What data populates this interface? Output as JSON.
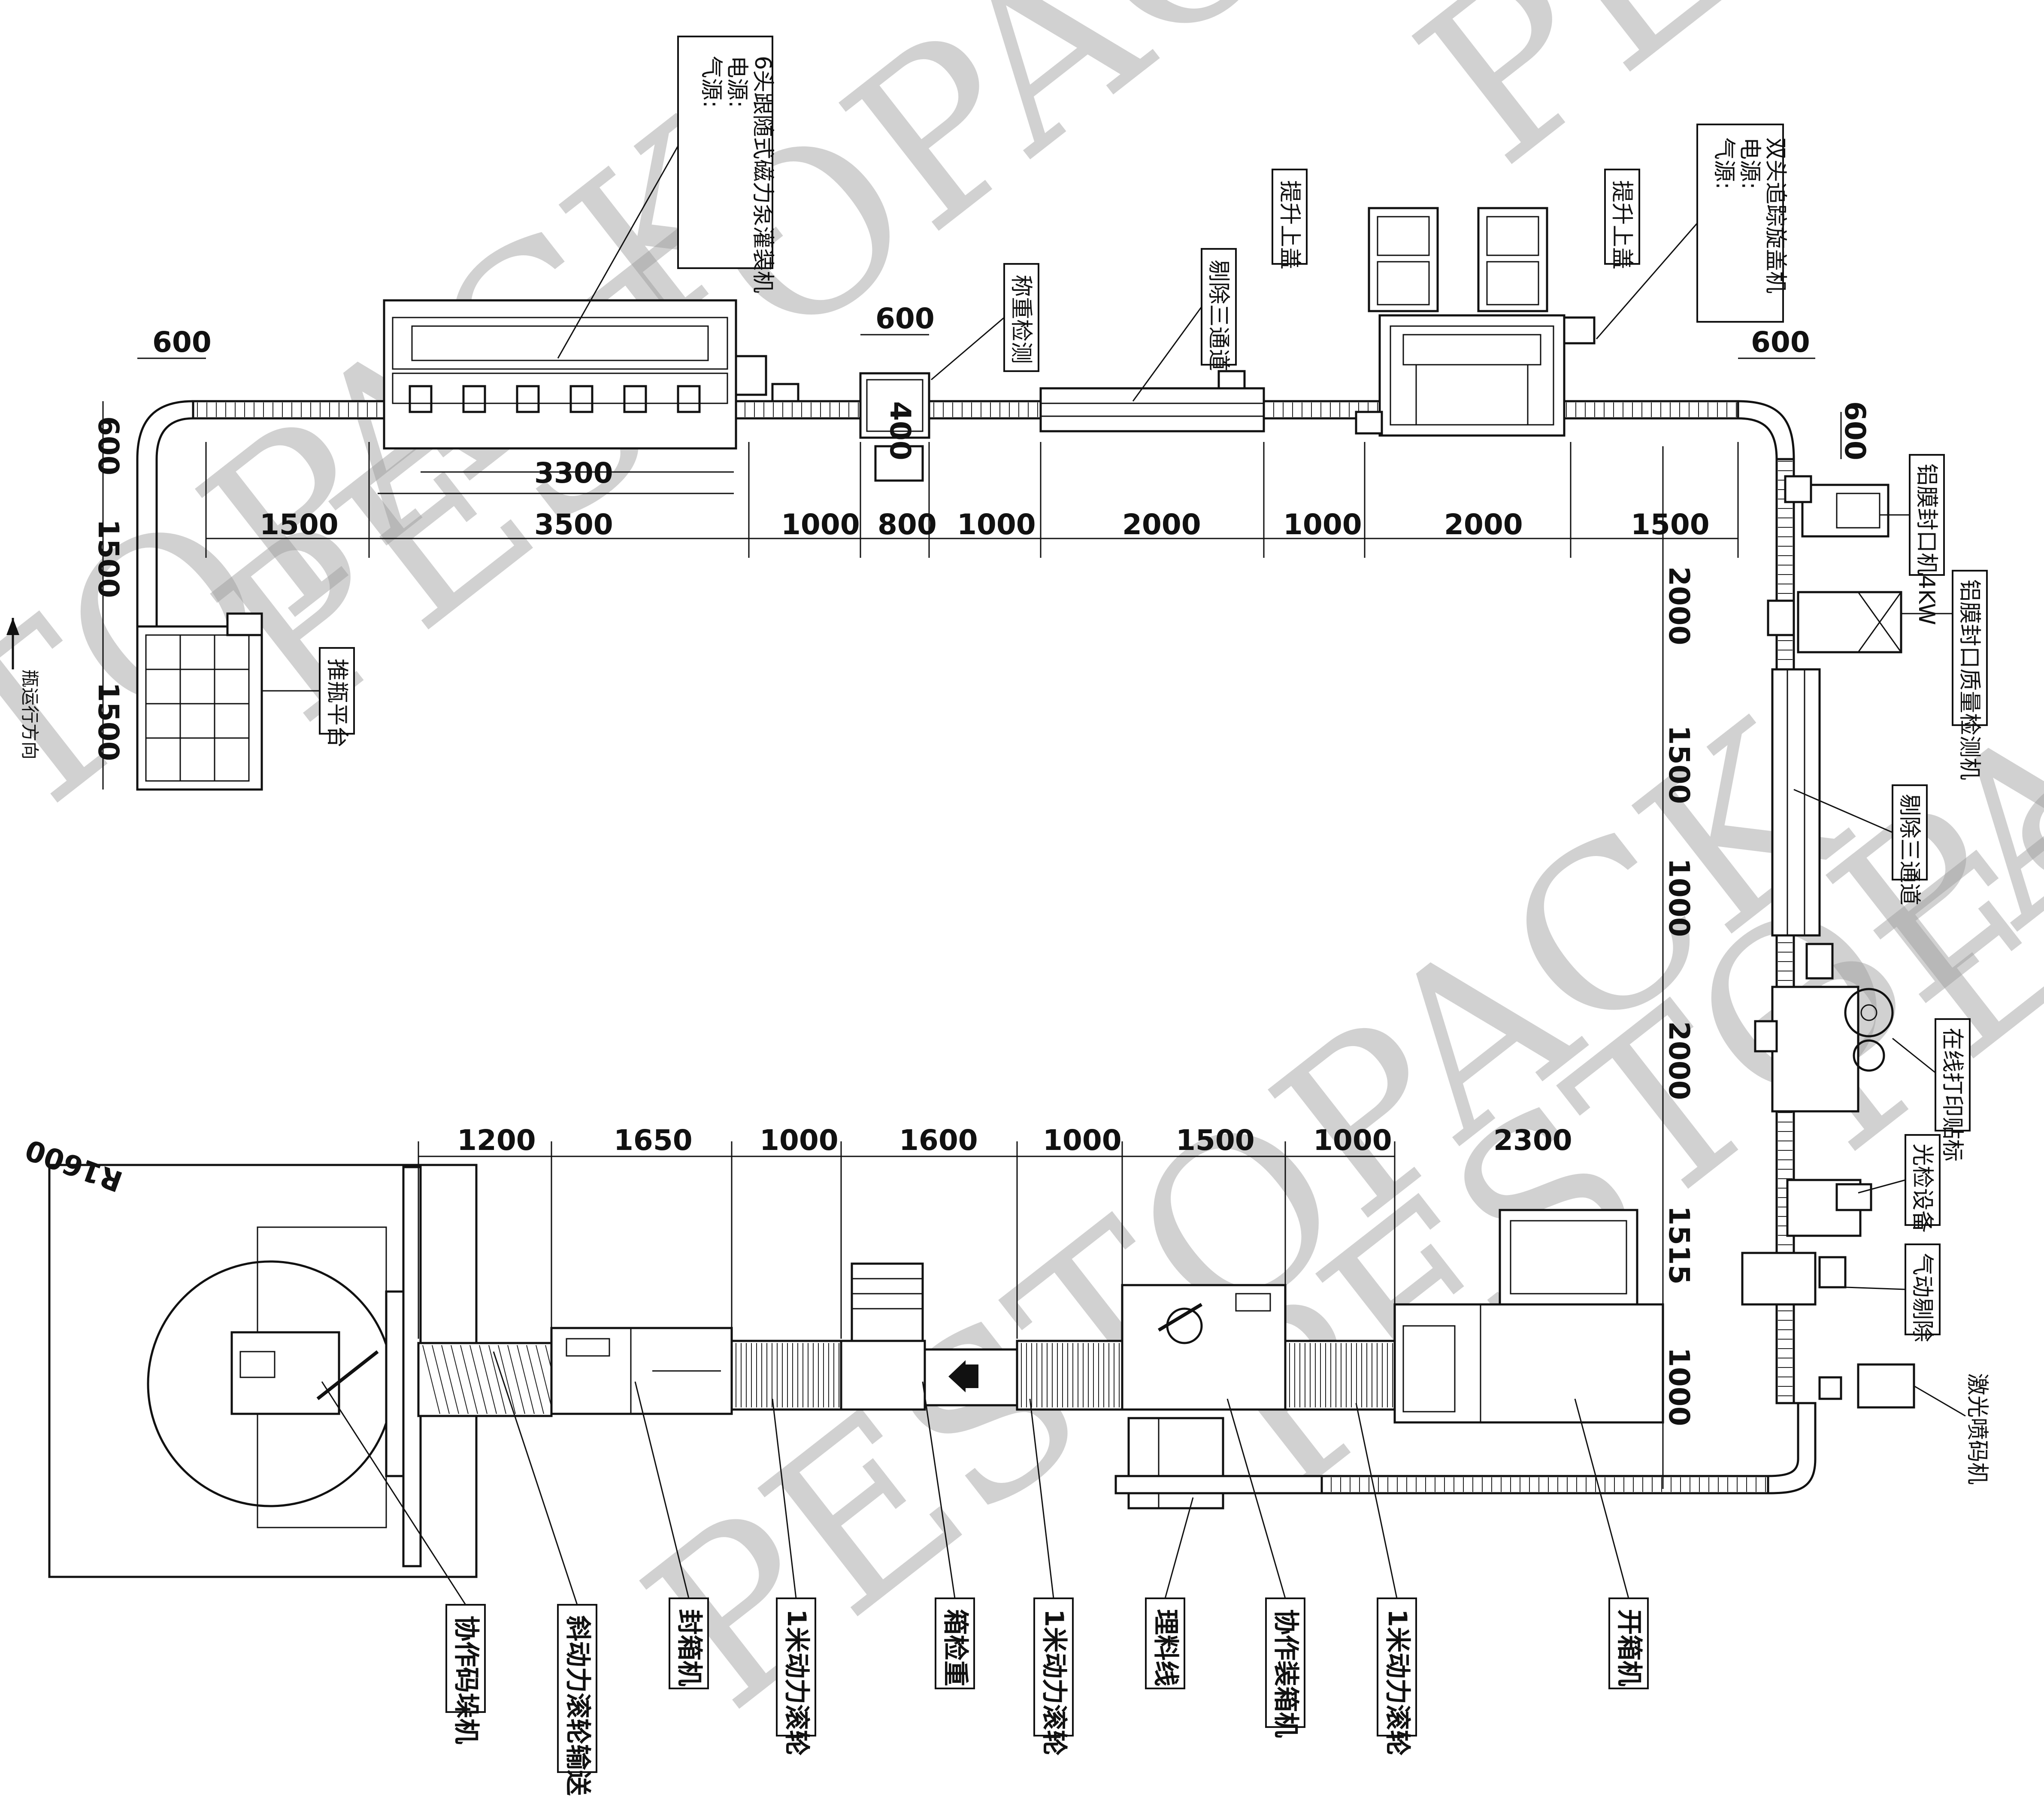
{
  "watermark": "PESTOPACK",
  "labels": {
    "filler": "6头跟随式磁力泵灌装机",
    "filler_power": "电源:",
    "filler_air": "气源:",
    "check_weigher_top": "称重检测",
    "remove_3_top": "剔除三通道",
    "lift_cap_1": "提升上盖",
    "lift_cap_2": "提升上盖",
    "capper": "双头追踪旋盖机",
    "capper_power": "电源:",
    "capper_air": "气源:",
    "bottle_platform": "推瓶平台",
    "bottle_direction": "瓶运行方向",
    "alu_sealer": "铝膜封口机4KW",
    "seal_detect": "铝膜封口质量检测机",
    "remove_3_right": "剔除三通道",
    "label_printer": "在线打印贴标",
    "vision": "光检设备",
    "air_reject": "气动剔除",
    "laser_coder": "激光喷码机",
    "palletizer": "协作码垛机",
    "incline_roller": "斜动力滚轮输送",
    "case_sealer": "封箱机",
    "roller_1": "1米动力滚轮",
    "case_weigher": "箱检重",
    "roller_2": "1米动力滚轮",
    "sorter": "理料线",
    "case_packer": "协作装箱机",
    "roller_3": "1米动力滚轮",
    "case_erector": "开箱机",
    "radius": "R1600"
  },
  "dimensions": {
    "top_row": [
      "1500",
      "3500",
      "1000",
      "800",
      "1000",
      "2000",
      "1000",
      "2000",
      "1500"
    ],
    "filler_width": "3300",
    "top_left_600": "600",
    "check_600": "600",
    "check_400": "400",
    "top_right_600": "600",
    "right_600": "600",
    "left_col": [
      "600",
      "1500",
      "1500"
    ],
    "right_col": [
      "2000",
      "1500",
      "1000",
      "2000",
      "1515",
      "1000"
    ],
    "bottom_row": [
      "1200",
      "1650",
      "1000",
      "1600",
      "1000",
      "1500",
      "1000",
      "2300"
    ]
  }
}
